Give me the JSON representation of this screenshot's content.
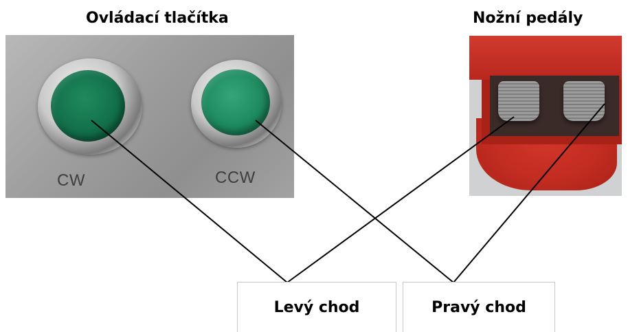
{
  "headings": {
    "buttons_title": "Ovládací tlačítka",
    "pedals_title": "Nožní pedály"
  },
  "panel": {
    "left_button_label": "CW",
    "right_button_label": "CCW",
    "left_button_color": "#12704a",
    "right_button_color": "#1e8a5f"
  },
  "pedals": {
    "housing_color": "#c02b20"
  },
  "run_boxes": {
    "left_label": "Levý chod",
    "right_label": "Pravý chod"
  }
}
